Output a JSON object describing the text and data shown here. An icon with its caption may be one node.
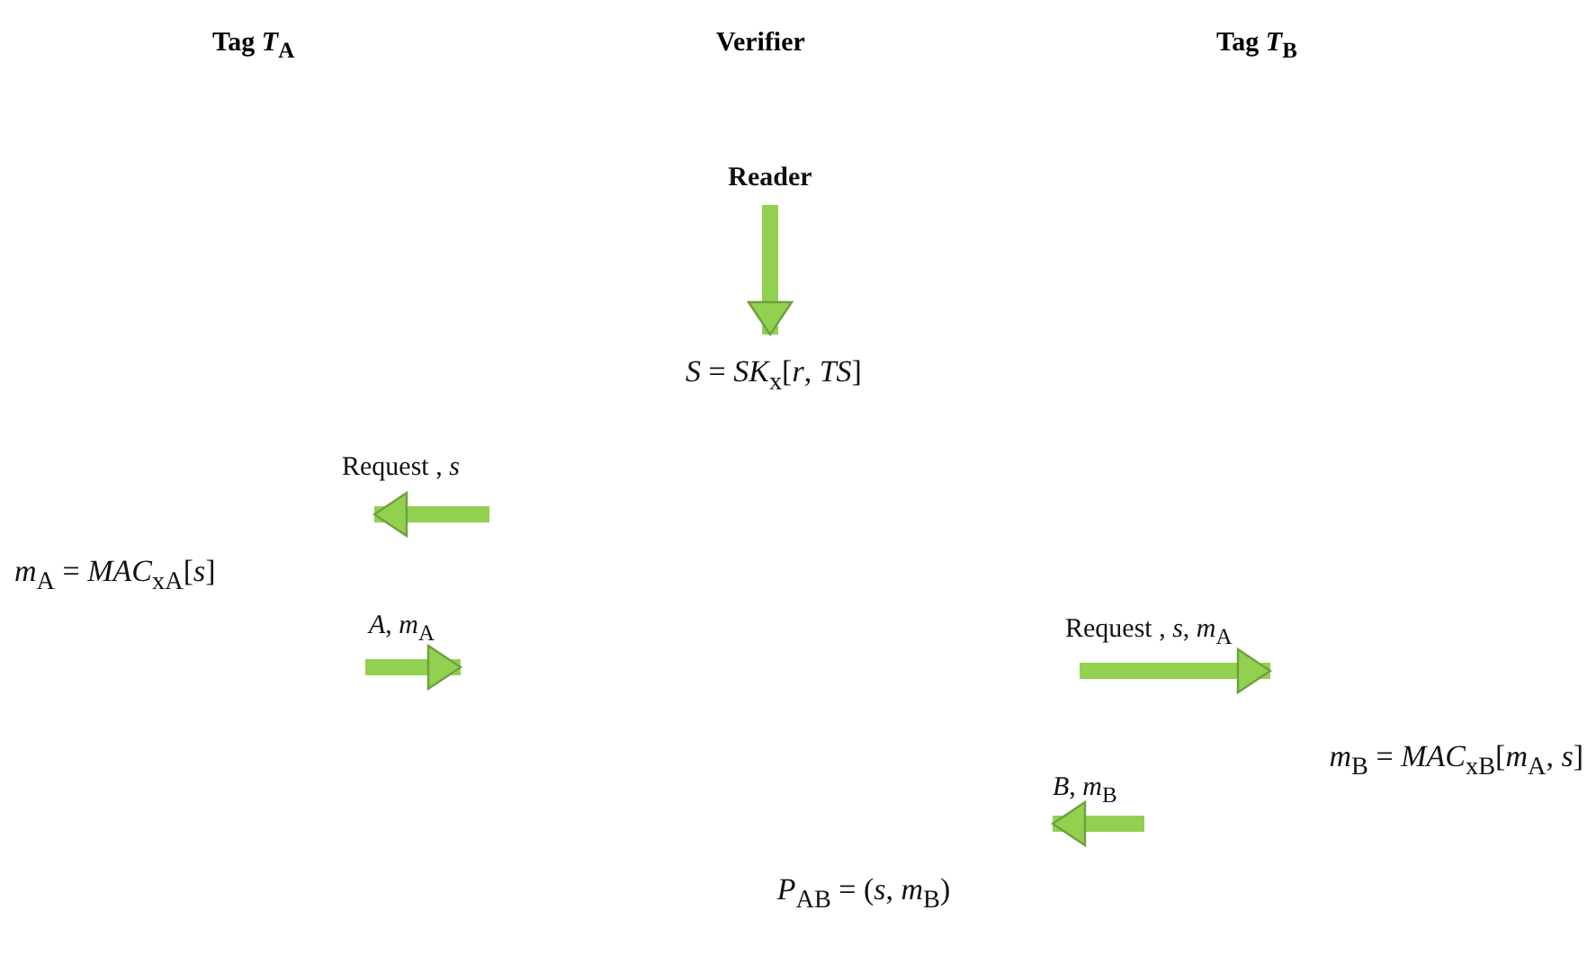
{
  "diagram": {
    "nodes": [
      {
        "text": [
          "Reader"
        ]
      },
      {
        "text": [
          "*S* = *SK*$_{x}$[*r*, *TS*]"
        ]
      },
      {
        "text": [
          "*m*$_{A}$ = *MAC*$_{xA}$[*s*]"
        ]
      },
      {
        "text": [
          "*m*$_{B}$ = *MAC*$_{xB}$[*m*$_{A}$, *s*]"
        ]
      },
      {
        "text": [
          "*P*$_{AB}$ = (*s*, *m*$_{B}$)"
        ]
      }
    ],
    "edges": [
      {
        "from": 0,
        "to": 1,
        "arrow": "to"
      }
    ],
    "labels": [
      "Tag *T*$_{A}$",
      "Verifier",
      "Tag *T*$_{B}$",
      "Request , *s*",
      "*A*, *m*$_{A}$",
      "Request , *s*, *m*$_{A}$",
      "*B*, *m*$_{B}$"
    ]
  }
}
